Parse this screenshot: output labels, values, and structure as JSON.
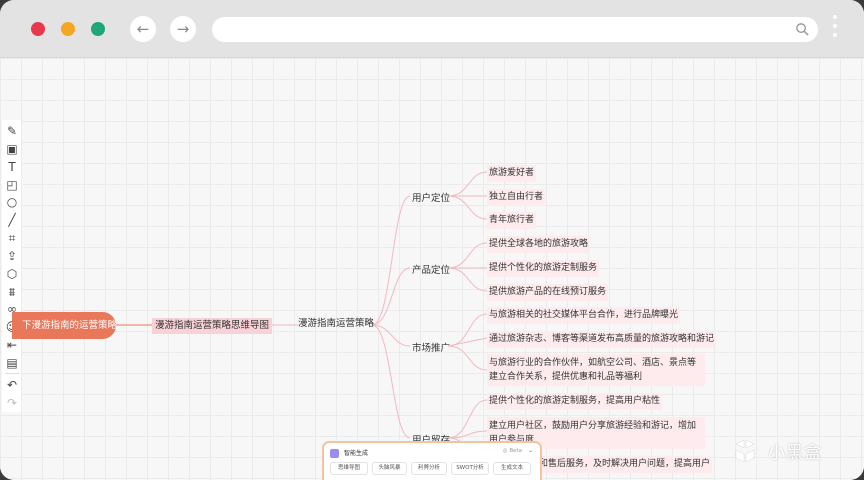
{
  "browser": {
    "back_icon": "arrow-left-icon",
    "forward_icon": "arrow-right-icon",
    "url_value": "",
    "search_icon": "search-icon",
    "menu_icon": "vertical-dots-icon",
    "colors": {
      "close": "#e8384f",
      "minimize": "#f5a623",
      "maximize": "#1fa67a"
    }
  },
  "toolbar": {
    "icons": [
      "magic-wand-icon",
      "text-box-icon",
      "text-icon",
      "sticky-note-icon",
      "circle-icon",
      "line-icon",
      "crop-icon",
      "upload-icon",
      "cube-icon",
      "template-icon",
      "link-icon",
      "emoji-icon",
      "indent-icon",
      "layout-icon",
      "undo-icon",
      "redo-icon"
    ]
  },
  "mindmap": {
    "root": "下漫游指南的运营策略",
    "level1": "漫游指南运营策略思维导图",
    "level2": "漫游指南运营策略",
    "branches": [
      {
        "label": "用户定位",
        "children": [
          "旅游爱好者",
          "独立自由行者",
          "青年旅行者"
        ]
      },
      {
        "label": "产品定位",
        "children": [
          "提供全球各地的旅游攻略",
          "提供个性化的旅游定制服务",
          "提供旅游产品的在线预订服务"
        ]
      },
      {
        "label": "市场推广",
        "children": [
          "与旅游相关的社交媒体平台合作，进行品牌曝光",
          "通过旅游杂志、博客等渠道发布高质量的旅游攻略和游记",
          "与旅游行业的合作伙伴，如航空公司、酒店、景点等建立合作关系，提供优惠和礼品等福利"
        ]
      },
      {
        "label": "用户留存",
        "children": [
          "提供个性化的旅游定制服务，提高用户粘性",
          "建立用户社区，鼓励用户分享旅游经验和游记，增加用户参与度",
          "和售后服务，及时解决用户问题，提高用户"
        ]
      }
    ],
    "colors": {
      "root": "#e9775a",
      "leaf_bg": "#fdebed",
      "line": "#f2b8c0",
      "root_line": "#e9775a"
    }
  },
  "ai_panel": {
    "title": "智能生成",
    "beta": "◎ Beta",
    "buttons": [
      "思维导图",
      "头脑风暴",
      "利弊分析",
      "SWOT分析",
      "生成文本"
    ]
  },
  "watermark": {
    "text": "小黑盒",
    "icon": "heybox-logo-icon"
  }
}
